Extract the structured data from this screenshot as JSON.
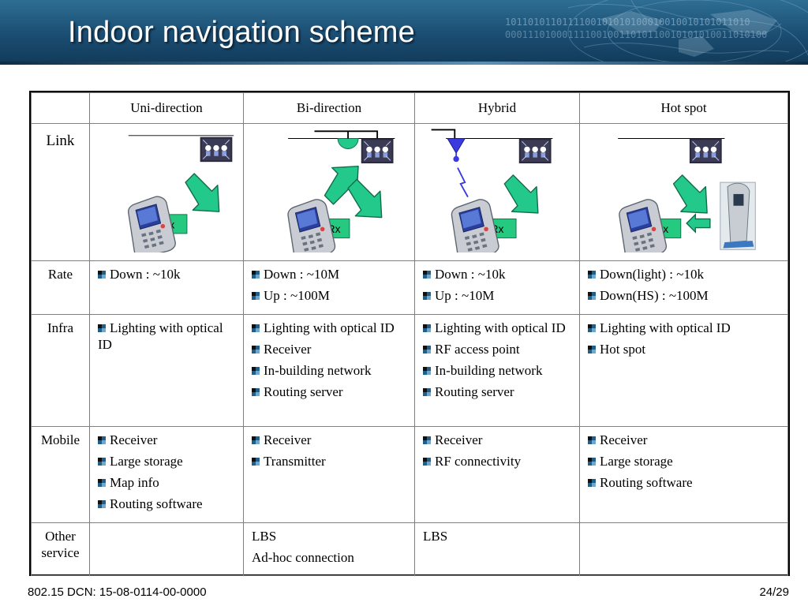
{
  "header": {
    "title": "Indoor navigation scheme",
    "binary_1": "1011010110111100101010100010010010101011010",
    "binary_2": "0001110100011110010011010110010101010011010100"
  },
  "table": {
    "columns": [
      "",
      "Uni-direction",
      "Bi-direction",
      "Hybrid",
      "Hot spot"
    ],
    "link": {
      "label": "Link",
      "uni": {
        "device_label": "Rx"
      },
      "bi": {
        "device_label": "TRx"
      },
      "hybrid": {
        "device_label": "Rx"
      },
      "hotspot": {
        "device_label": "Rx"
      }
    },
    "rate": {
      "label": "Rate",
      "uni": [
        "Down : ~10k"
      ],
      "bi": [
        "Down : ~10M",
        "Up : ~100M"
      ],
      "hybrid": [
        "Down : ~10k",
        "Up : ~10M"
      ],
      "hotspot": [
        "Down(light) : ~10k",
        "Down(HS) : ~100M"
      ]
    },
    "infra": {
      "label": "Infra",
      "uni": [
        "Lighting with optical ID"
      ],
      "bi": [
        "Lighting with optical ID",
        "Receiver",
        "In-building network",
        "Routing server"
      ],
      "hybrid": [
        "Lighting with optical ID",
        "RF access point",
        "In-building network",
        "Routing server"
      ],
      "hotspot": [
        "Lighting with optical ID",
        "Hot spot"
      ]
    },
    "mobile": {
      "label": "Mobile",
      "uni": [
        "Receiver",
        "Large storage",
        "Map info",
        "Routing software"
      ],
      "bi": [
        "Receiver",
        "Transmitter"
      ],
      "hybrid": [
        "Receiver",
        "RF connectivity"
      ],
      "hotspot": [
        "Receiver",
        "Large storage",
        "Routing software"
      ]
    },
    "other": {
      "label": "Other service",
      "uni": [],
      "bi": [
        "LBS",
        "Ad-hoc connection"
      ],
      "hybrid": [
        "LBS"
      ],
      "hotspot": []
    }
  },
  "footer": {
    "document_id": "802.15 DCN: 15-08-0114-00-0000",
    "page": "24/29"
  },
  "colors": {
    "banner": "#1b4e73",
    "arrow_fill": "#22c98a",
    "device_label_bg": "#25c97f",
    "bullet": "#1f5f8a",
    "access_point": "#3a3ae0"
  }
}
